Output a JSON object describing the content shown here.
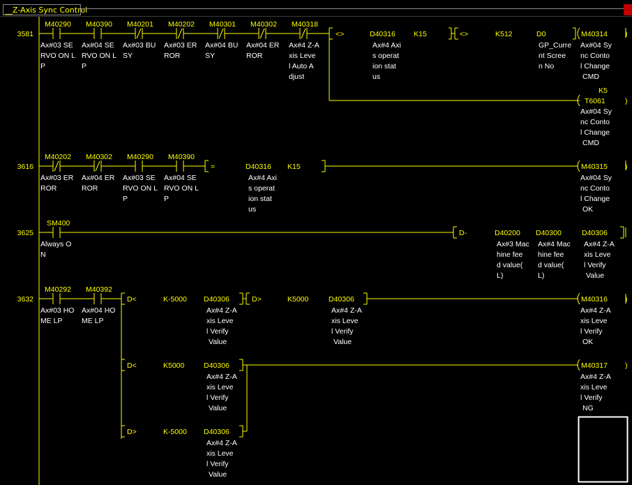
{
  "window": {
    "title": "__Z-Axis Sync Control"
  },
  "rungs": [
    {
      "step": "3581"
    },
    {
      "step": "3616"
    },
    {
      "step": "3625"
    },
    {
      "step": "3632"
    }
  ],
  "r1": {
    "c1": {
      "dev": "M40290",
      "c": [
        "Ax#03 SE",
        "RVO ON L",
        "P"
      ]
    },
    "c2": {
      "dev": "M40390",
      "c": [
        "Ax#04 SE",
        "RVO ON L",
        "P"
      ]
    },
    "c3": {
      "dev": "M40201",
      "c": [
        "Ax#03 BU",
        "SY"
      ]
    },
    "c4": {
      "dev": "M40202",
      "c": [
        "Ax#03 ER",
        "ROR"
      ]
    },
    "c5": {
      "dev": "M40301",
      "c": [
        "Ax#04 BU",
        "SY"
      ]
    },
    "c6": {
      "dev": "M40302",
      "c": [
        "Ax#04 ER",
        "ROR"
      ]
    },
    "c7": {
      "dev": "M40318",
      "c": [
        "Ax#4 Z-A",
        "xis Leve",
        "l Auto A",
        "djust"
      ]
    },
    "cmp1": {
      "op": "<>",
      "s1": "D40316",
      "s1c": [
        "Ax#4 Axi",
        "s operat",
        "ion stat",
        "us"
      ],
      "s2": "K15"
    },
    "cmp2": {
      "op": "<>",
      "s1": "K512",
      "s2": "D0",
      "s2c": [
        "GP_Curre",
        "nt Scree",
        "n No"
      ]
    },
    "coil1": {
      "dev": "M40314",
      "c": [
        "Ax#04 Sy",
        "nc Conto",
        "l Change",
        "CMD"
      ]
    },
    "timer": {
      "k": "K5",
      "dev": "T6061",
      "c": [
        "Ax#04 Sy",
        "nc Conto",
        "l Change",
        "CMD"
      ]
    }
  },
  "r2": {
    "c1": {
      "dev": "M40202",
      "c": [
        "Ax#03 ER",
        "ROR"
      ]
    },
    "c2": {
      "dev": "M40302",
      "c": [
        "Ax#04 ER",
        "ROR"
      ]
    },
    "c3": {
      "dev": "M40290",
      "c": [
        "Ax#03 SE",
        "RVO ON L",
        "P"
      ]
    },
    "c4": {
      "dev": "M40390",
      "c": [
        "Ax#04 SE",
        "RVO ON L",
        "P"
      ]
    },
    "cmp": {
      "op": "=",
      "s1": "D40316",
      "s1c": [
        "Ax#4 Axi",
        "s operat",
        "ion stat",
        "us"
      ],
      "s2": "K15"
    },
    "coil": {
      "dev": "M40315",
      "c": [
        "Ax#04 Sy",
        "nc Conto",
        "l Change",
        "OK"
      ]
    }
  },
  "r3": {
    "c1": {
      "dev": "SM400",
      "c": [
        "Always O",
        "N"
      ]
    },
    "fn": {
      "op": "D-"
    },
    "a1": {
      "dev": "D40200",
      "c": [
        "Ax#3 Mac",
        "hine fee",
        "d value(",
        "L)"
      ]
    },
    "a2": {
      "dev": "D40300",
      "c": [
        "Ax#4 Mac",
        "hine fee",
        "d value(",
        "L)"
      ]
    },
    "a3": {
      "dev": "D40306",
      "c": [
        "Ax#4 Z-A",
        "xis Leve",
        "l Verify",
        "Value"
      ]
    }
  },
  "r4": {
    "c1": {
      "dev": "M40292",
      "c": [
        "Ax#03 HO",
        "ME LP"
      ]
    },
    "c2": {
      "dev": "M40392",
      "c": [
        "Ax#04 HO",
        "ME LP"
      ]
    },
    "cmpA": {
      "op": "D<",
      "s1": "K-5000",
      "s2": "D40306",
      "s2c": [
        "Ax#4 Z-A",
        "xis Leve",
        "l Verify",
        "Value"
      ]
    },
    "cmpB": {
      "op": "D>",
      "s1": "K5000",
      "s2": "D40306",
      "s2c": [
        "Ax#4 Z-A",
        "xis Leve",
        "l Verify",
        "Value"
      ]
    },
    "coilA": {
      "dev": "M40316",
      "c": [
        "Ax#4 Z-A",
        "xis Leve",
        "l Verify",
        "OK"
      ]
    },
    "cmpC": {
      "op": "D<",
      "s1": "K5000",
      "s2": "D40306",
      "s2c": [
        "Ax#4 Z-A",
        "xis Leve",
        "l Verify",
        "Value"
      ]
    },
    "coilB": {
      "dev": "M40317",
      "c": [
        "Ax#4 Z-A",
        "xis Leve",
        "l Verify",
        "NG"
      ]
    },
    "cmpD": {
      "op": "D>",
      "s1": "K-5000",
      "s2": "D40306",
      "s2c": [
        "Ax#4 Z-A",
        "xis Leve",
        "l Verify",
        "Value"
      ]
    }
  },
  "colors": {
    "wire": "#ffff00",
    "device": "#ffff00",
    "comment": "#ffffff",
    "background": "#000000",
    "cursor": "#ffffff"
  }
}
